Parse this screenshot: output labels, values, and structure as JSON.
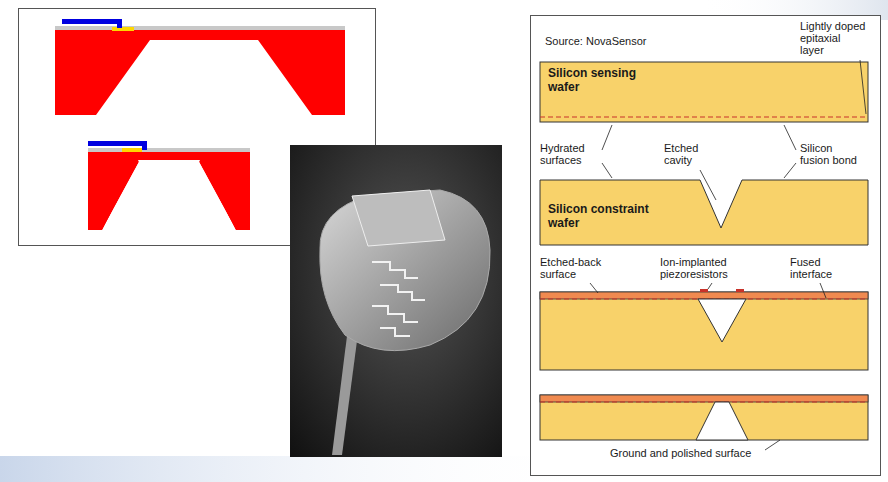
{
  "diagram": {
    "nodes": [
      {
        "text": [
          "Silicon sensing wafer"
        ]
      },
      {
        "text": [
          "Silicon constraint wafer"
        ]
      }
    ],
    "labels": [
      "Source: NovaSensor",
      "Lightly doped epitaxial layer",
      "Hydrated surfaces",
      "Etched cavity",
      "Silicon fusion bond",
      "Etched-back surface",
      "Ion-implanted piezoresistors",
      "Fused interface",
      "Ground and polished surface"
    ]
  }
}
